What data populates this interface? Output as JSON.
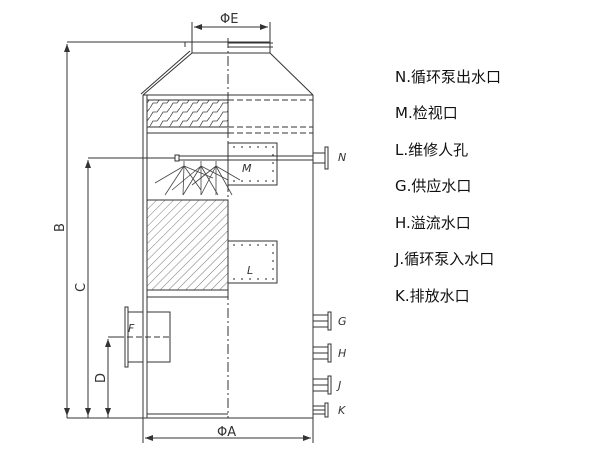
{
  "dimensions": {
    "A": "ΦA",
    "E": "ΦE",
    "B": "B",
    "C": "C",
    "D": "D"
  },
  "markers": {
    "F": "F",
    "M": "M",
    "L": "L",
    "N": "N",
    "G": "G",
    "H": "H",
    "J": "J",
    "K": "K"
  },
  "legend": [
    "N.循环泵出水口",
    "M.检视口",
    "L.维修人孔",
    "G.供应水口",
    "H.溢流水口",
    "J.循环泵入水口",
    "K.排放水口"
  ]
}
